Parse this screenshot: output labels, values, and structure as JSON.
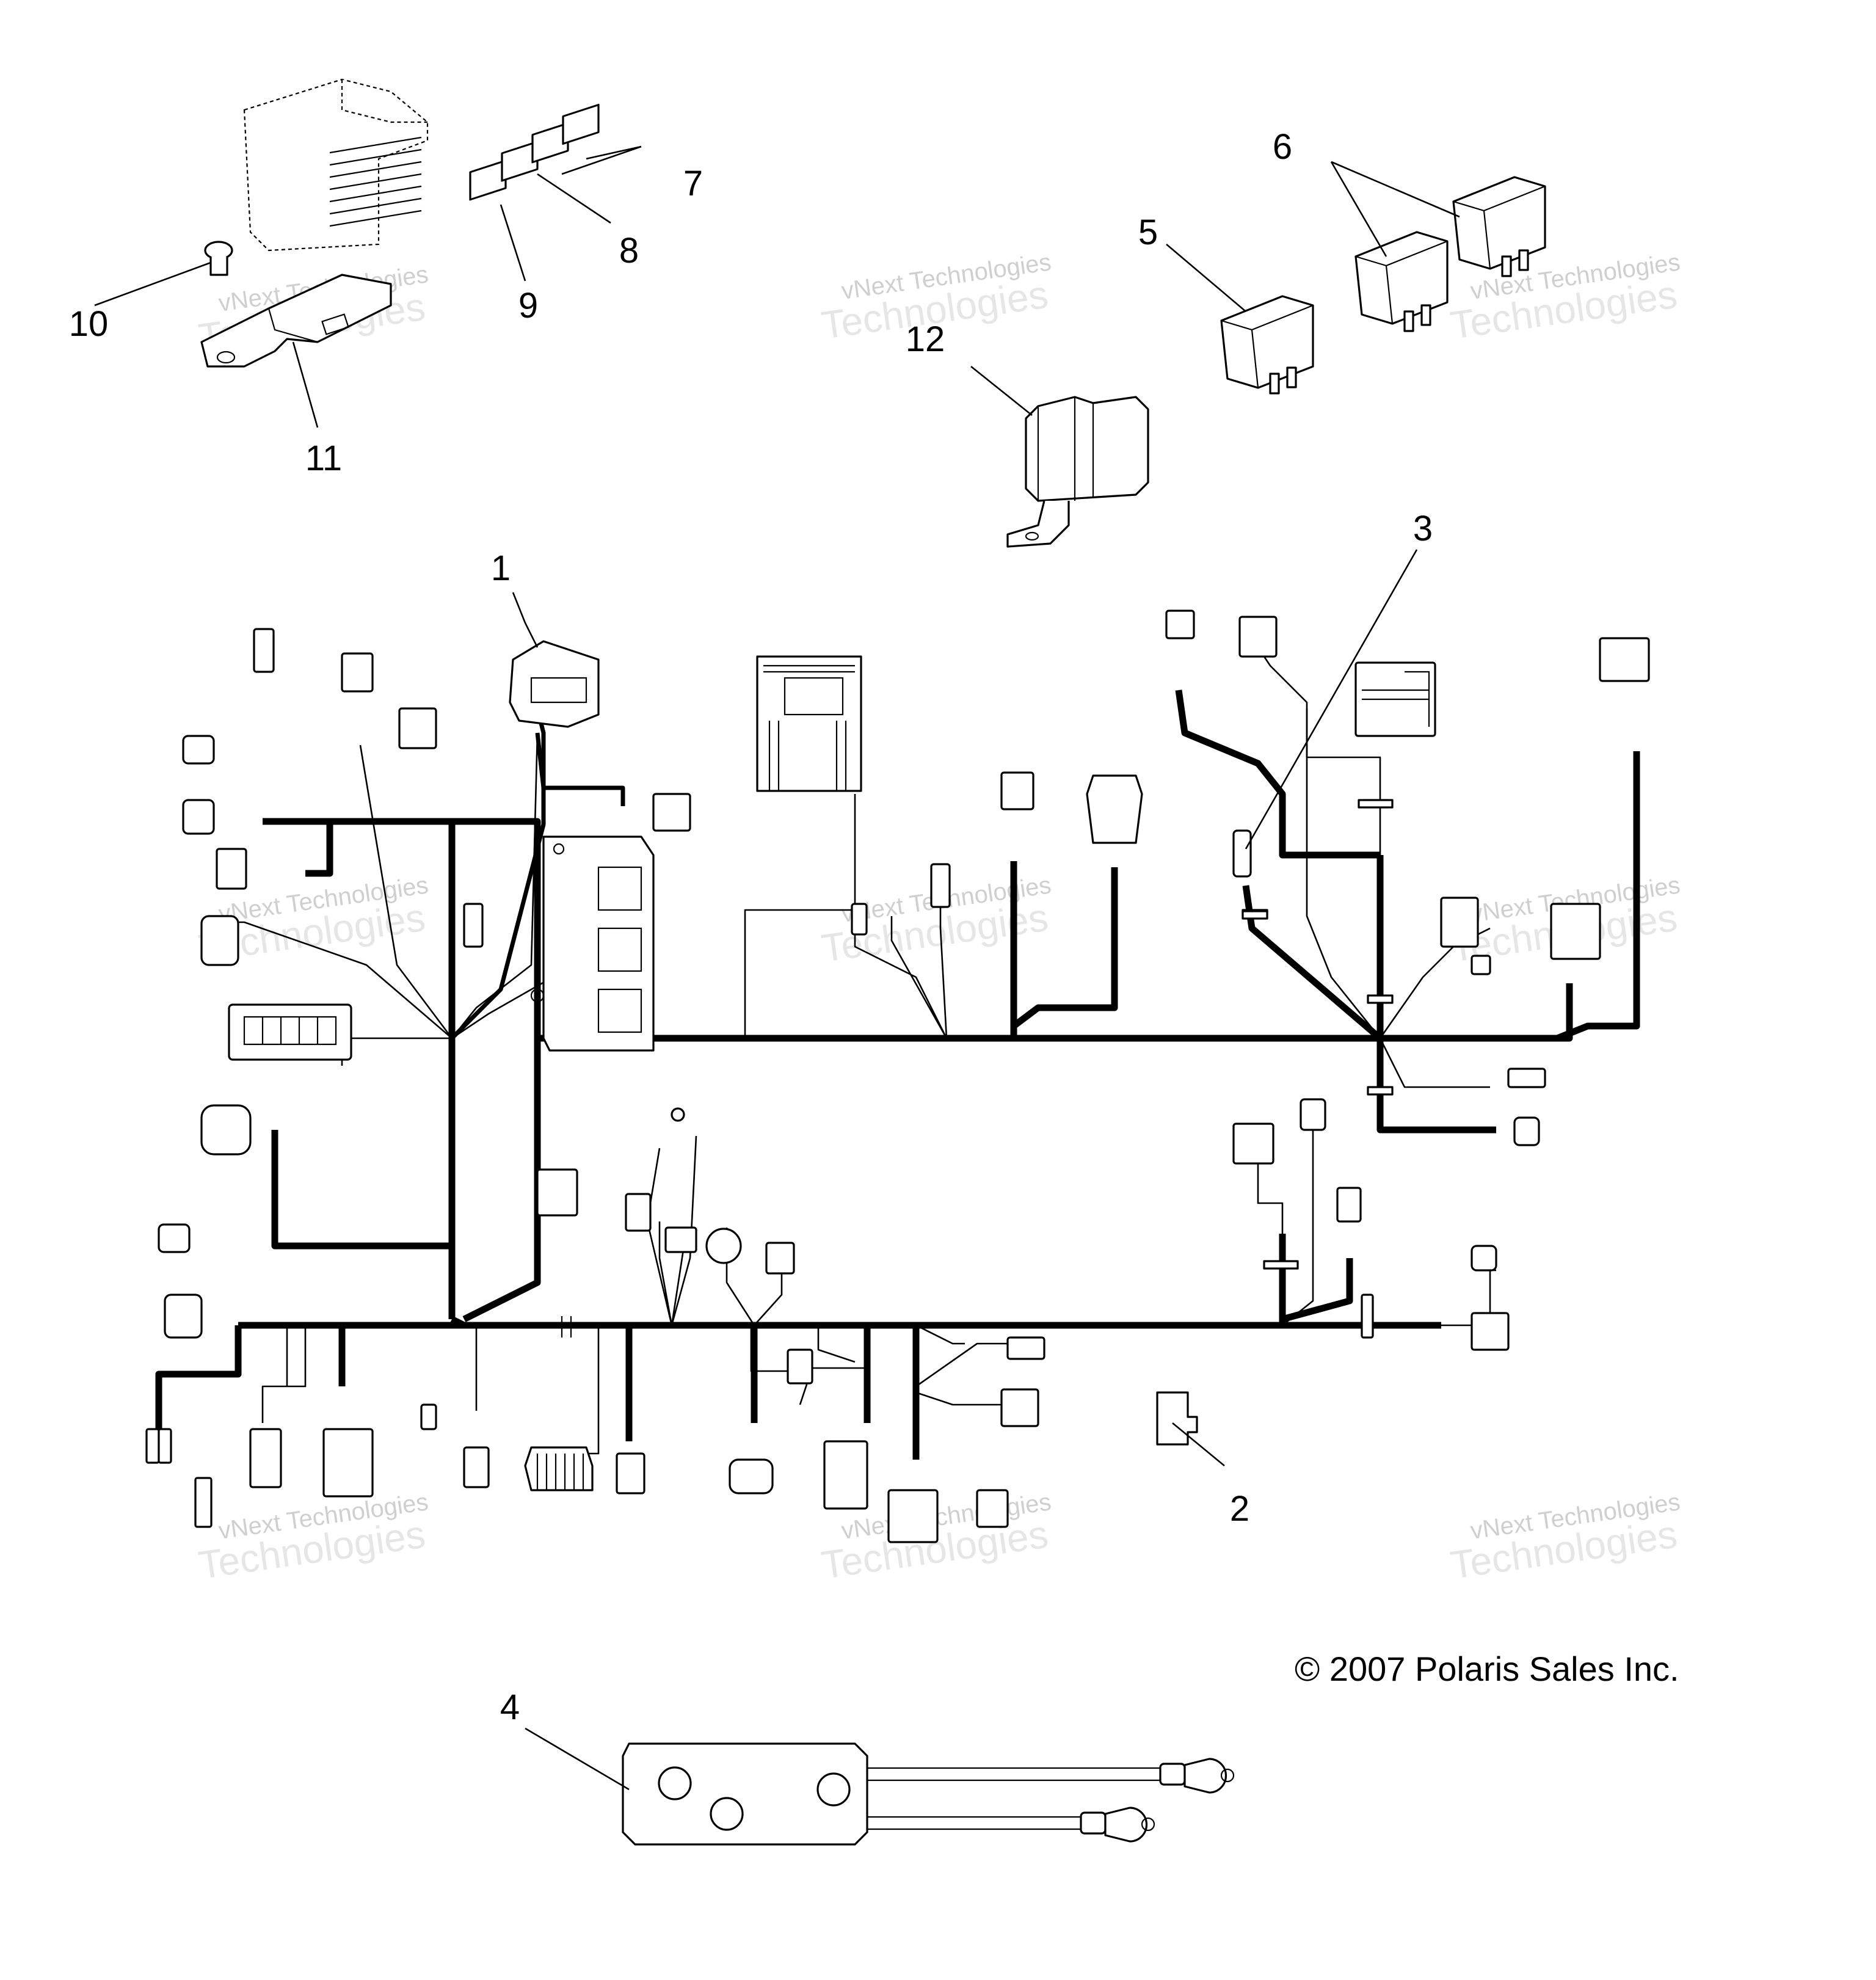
{
  "copyright": "© 2007 Polaris Sales Inc.",
  "watermark": {
    "line1": "vNext Technologies",
    "line2": "Technologies",
    "color": "#cfcfcf"
  },
  "callouts": {
    "c1": "1",
    "c2": "2",
    "c3": "3",
    "c4": "4",
    "c5": "5",
    "c6": "6",
    "c7": "7",
    "c8": "8",
    "c9": "9",
    "c10": "10",
    "c11": "11",
    "c12": "12"
  }
}
